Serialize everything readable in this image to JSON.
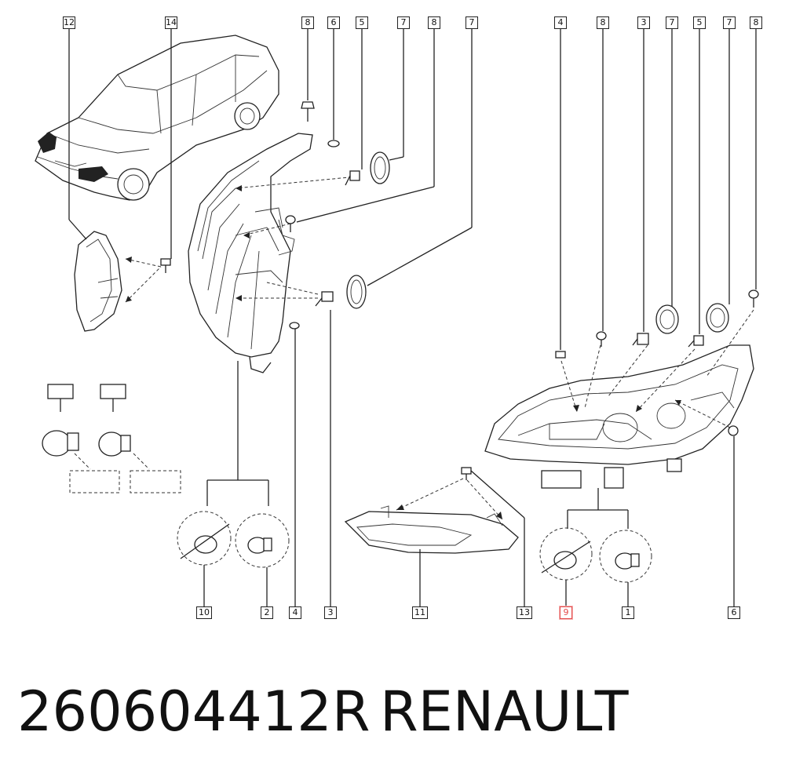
{
  "callouts": {
    "c12": "12",
    "c14": "14",
    "c8a": "8",
    "c6a": "6",
    "c5a": "5",
    "c7a": "7",
    "c8b": "8",
    "c7b": "7",
    "c4a": "4",
    "c8c": "8",
    "c3a": "3",
    "c7c": "7",
    "c5b": "5",
    "c7d": "7",
    "c8d": "8",
    "c10": "10",
    "c2": "2",
    "c4b": "4",
    "c3b": "3",
    "c11": "11",
    "c13": "13",
    "c9": "9",
    "c1": "1",
    "c6b": "6"
  },
  "footer": {
    "part_number": "260604412R",
    "brand": "RENAULT"
  },
  "colors": {
    "line": "#222222",
    "highlight": "#e34a4a"
  }
}
